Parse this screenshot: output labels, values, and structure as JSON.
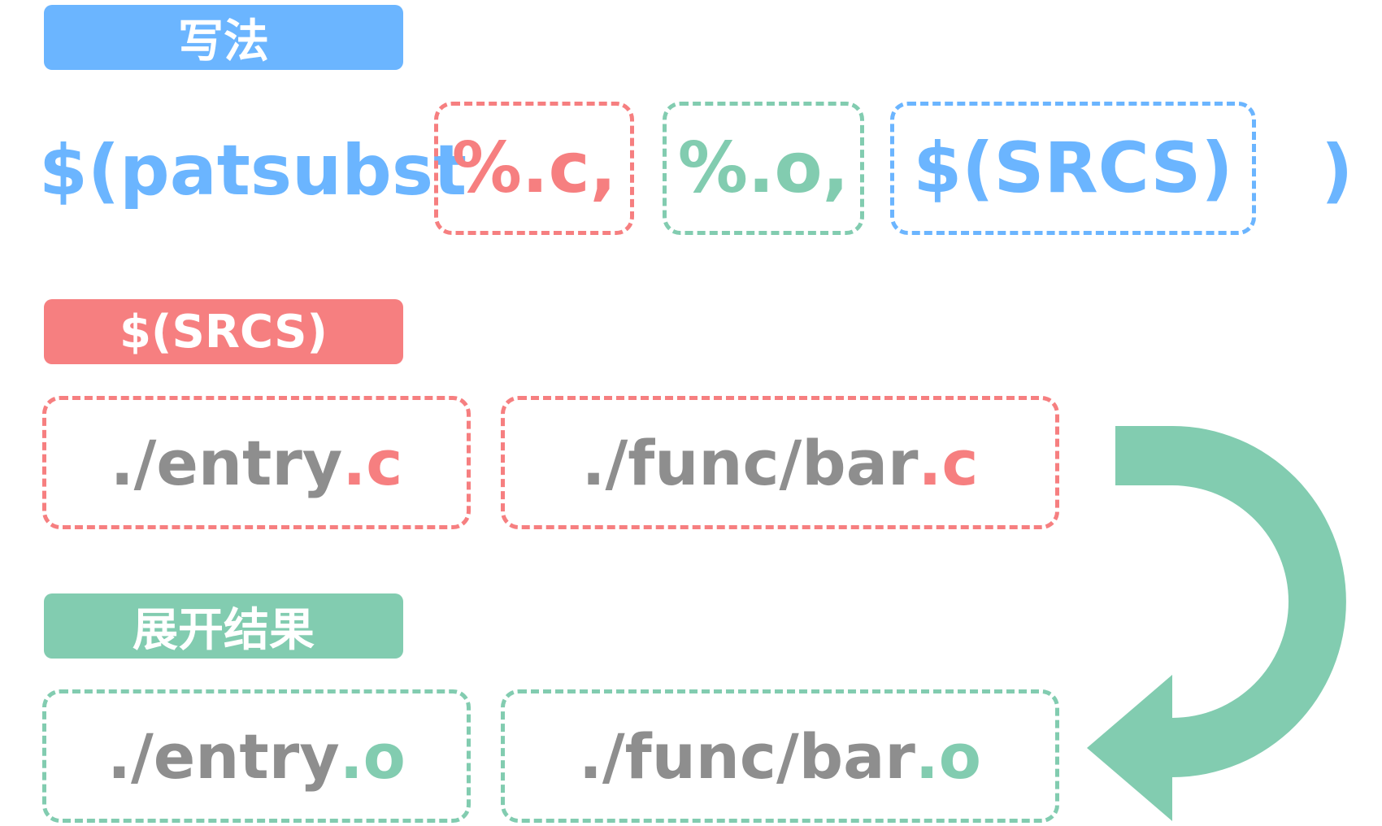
{
  "colors": {
    "blue": "#6bb5ff",
    "red": "#f67f80",
    "green": "#82ccb0",
    "gray": "#8e8e8e"
  },
  "section_syntax": {
    "label": "写法",
    "func": "$(patsubst",
    "pattern": "%.c,",
    "replacement": "%.o,",
    "text": "$(SRCS)",
    "close": ")"
  },
  "section_srcs": {
    "label": "$(SRCS)",
    "items": [
      {
        "path": "./entry",
        "ext": ".c"
      },
      {
        "path": "./func/bar",
        "ext": ".c"
      }
    ]
  },
  "section_result": {
    "label": "展开结果",
    "items": [
      {
        "path": "./entry",
        "ext": ".o"
      },
      {
        "path": "./func/bar",
        "ext": ".o"
      }
    ]
  },
  "arrow_icon": "curved-arrow-down-left"
}
